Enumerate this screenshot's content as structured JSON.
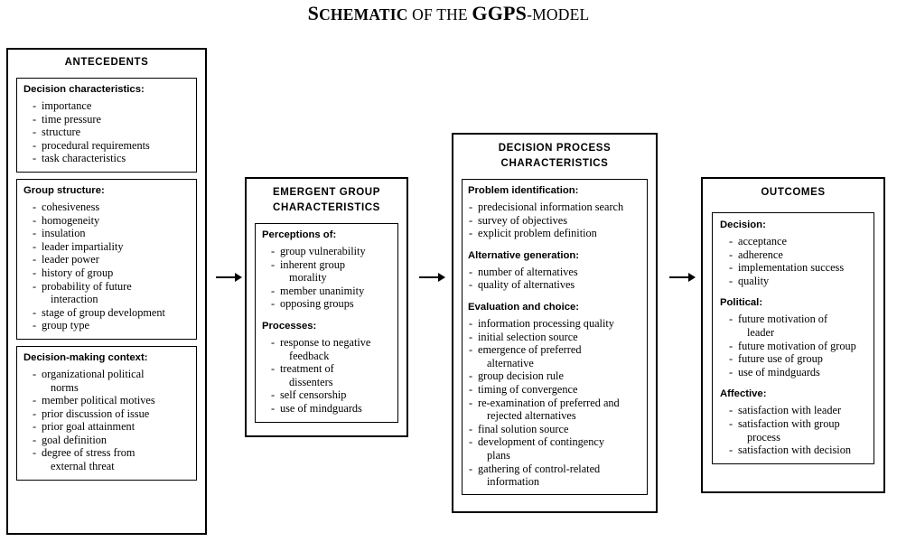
{
  "title": {
    "parts": [
      {
        "text": "S",
        "style": "cap"
      },
      {
        "text": "CHEMATIC",
        "style": "sc"
      },
      {
        "text": " ",
        "style": "reg-sc"
      },
      {
        "text": "OF",
        "style": "reg-sc"
      },
      {
        "text": " ",
        "style": "reg-sc"
      },
      {
        "text": "THE",
        "style": "reg-sc"
      },
      {
        "text": " ",
        "style": "reg-sc"
      },
      {
        "text": "GGPS",
        "style": "cap"
      },
      {
        "text": "-",
        "style": "reg-sc"
      },
      {
        "text": "MODEL",
        "style": "reg-sc"
      }
    ],
    "plain": "SCHEMATIC OF THE GGPS-MODEL"
  },
  "columns": [
    {
      "id": "antecedents",
      "heading": "ANTECEDENTS",
      "groups": [
        {
          "id": "decision-characteristics",
          "sections": [
            {
              "head": "Decision characteristics:",
              "items": [
                "importance",
                "time pressure",
                "structure",
                "procedural requirements",
                "task characteristics"
              ]
            }
          ]
        },
        {
          "id": "group-structure",
          "sections": [
            {
              "head": "Group structure:",
              "items": [
                "cohesiveness",
                "homogeneity",
                "insulation",
                "leader impartiality",
                "leader power",
                "history of group",
                "probability of future\ninteraction",
                "stage of group development",
                "group type"
              ]
            }
          ]
        },
        {
          "id": "decision-making-context",
          "sections": [
            {
              "head": "Decision-making context:",
              "items": [
                "organizational political\nnorms",
                "member political motives",
                "prior discussion of issue",
                "prior goal attainment",
                "goal definition",
                "degree of stress from\nexternal threat"
              ]
            }
          ]
        }
      ]
    },
    {
      "id": "emergent-group-characteristics",
      "heading": "EMERGENT GROUP\nCHARACTERISTICS",
      "heading_lines": [
        "EMERGENT GROUP",
        "CHARACTERISTICS"
      ],
      "groups": [
        {
          "id": "emergent-inner",
          "sections": [
            {
              "head": "Perceptions of:",
              "items": [
                "group vulnerability",
                "inherent group\nmorality",
                "member unanimity",
                "opposing groups"
              ]
            },
            {
              "head": "Processes:",
              "items": [
                "response to negative\nfeedback",
                "treatment of\ndissenters",
                "self censorship",
                "use of mindguards"
              ]
            }
          ]
        }
      ]
    },
    {
      "id": "decision-process-characteristics",
      "heading": "DECISION PROCESS\nCHARACTERISTICS",
      "heading_lines": [
        "DECISION PROCESS",
        "CHARACTERISTICS"
      ],
      "groups": [
        {
          "id": "decision-process-inner",
          "sections": [
            {
              "head": "Problem identification:",
              "items": [
                "predecisional information search",
                "survey of objectives",
                "explicit problem definition"
              ]
            },
            {
              "head": "Alternative generation:",
              "items": [
                "number of alternatives",
                "quality of alternatives"
              ]
            },
            {
              "head": "Evaluation and choice:",
              "items": [
                "information processing quality",
                "initial selection source",
                "emergence of preferred\nalternative",
                "group decision rule",
                "timing of convergence",
                "re-examination of preferred and\nrejected alternatives",
                "final solution source",
                "development of contingency\nplans",
                "gathering of control-related\ninformation"
              ]
            }
          ]
        }
      ]
    },
    {
      "id": "outcomes",
      "heading": "OUTCOMES",
      "groups": [
        {
          "id": "outcomes-inner",
          "sections": [
            {
              "head": "Decision:",
              "items": [
                "acceptance",
                "adherence",
                "implementation success",
                "quality"
              ]
            },
            {
              "head": "Political:",
              "items": [
                "future motivation of\nleader",
                "future motivation of group",
                "future use of group",
                "use of mindguards"
              ]
            },
            {
              "head": "Affective:",
              "items": [
                "satisfaction with leader",
                "satisfaction with group\nprocess",
                "satisfaction with decision"
              ]
            }
          ]
        }
      ]
    }
  ],
  "arrows": [
    {
      "id": "arrow-antecedents-to-emergent",
      "label": "flows-to"
    },
    {
      "id": "arrow-emergent-to-process",
      "label": "flows-to"
    },
    {
      "id": "arrow-process-to-outcomes",
      "label": "flows-to"
    }
  ],
  "colors": {
    "ink": "#000000",
    "background": "#ffffff"
  }
}
